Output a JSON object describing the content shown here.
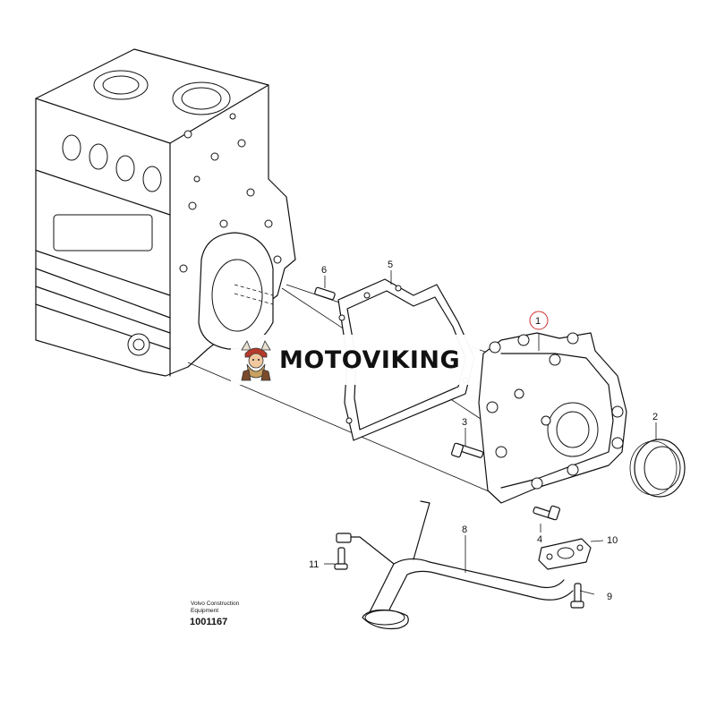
{
  "diagram": {
    "callouts": [
      "1",
      "2",
      "3",
      "4",
      "5",
      "6",
      "8",
      "9",
      "10",
      "11"
    ]
  },
  "watermark": {
    "text": "MOTOVIKING",
    "logo_icon": "viking-logo-icon"
  },
  "footer": {
    "company_line1": "Volvo Construction",
    "company_line2": "Equipment",
    "document_number": "1001167"
  }
}
